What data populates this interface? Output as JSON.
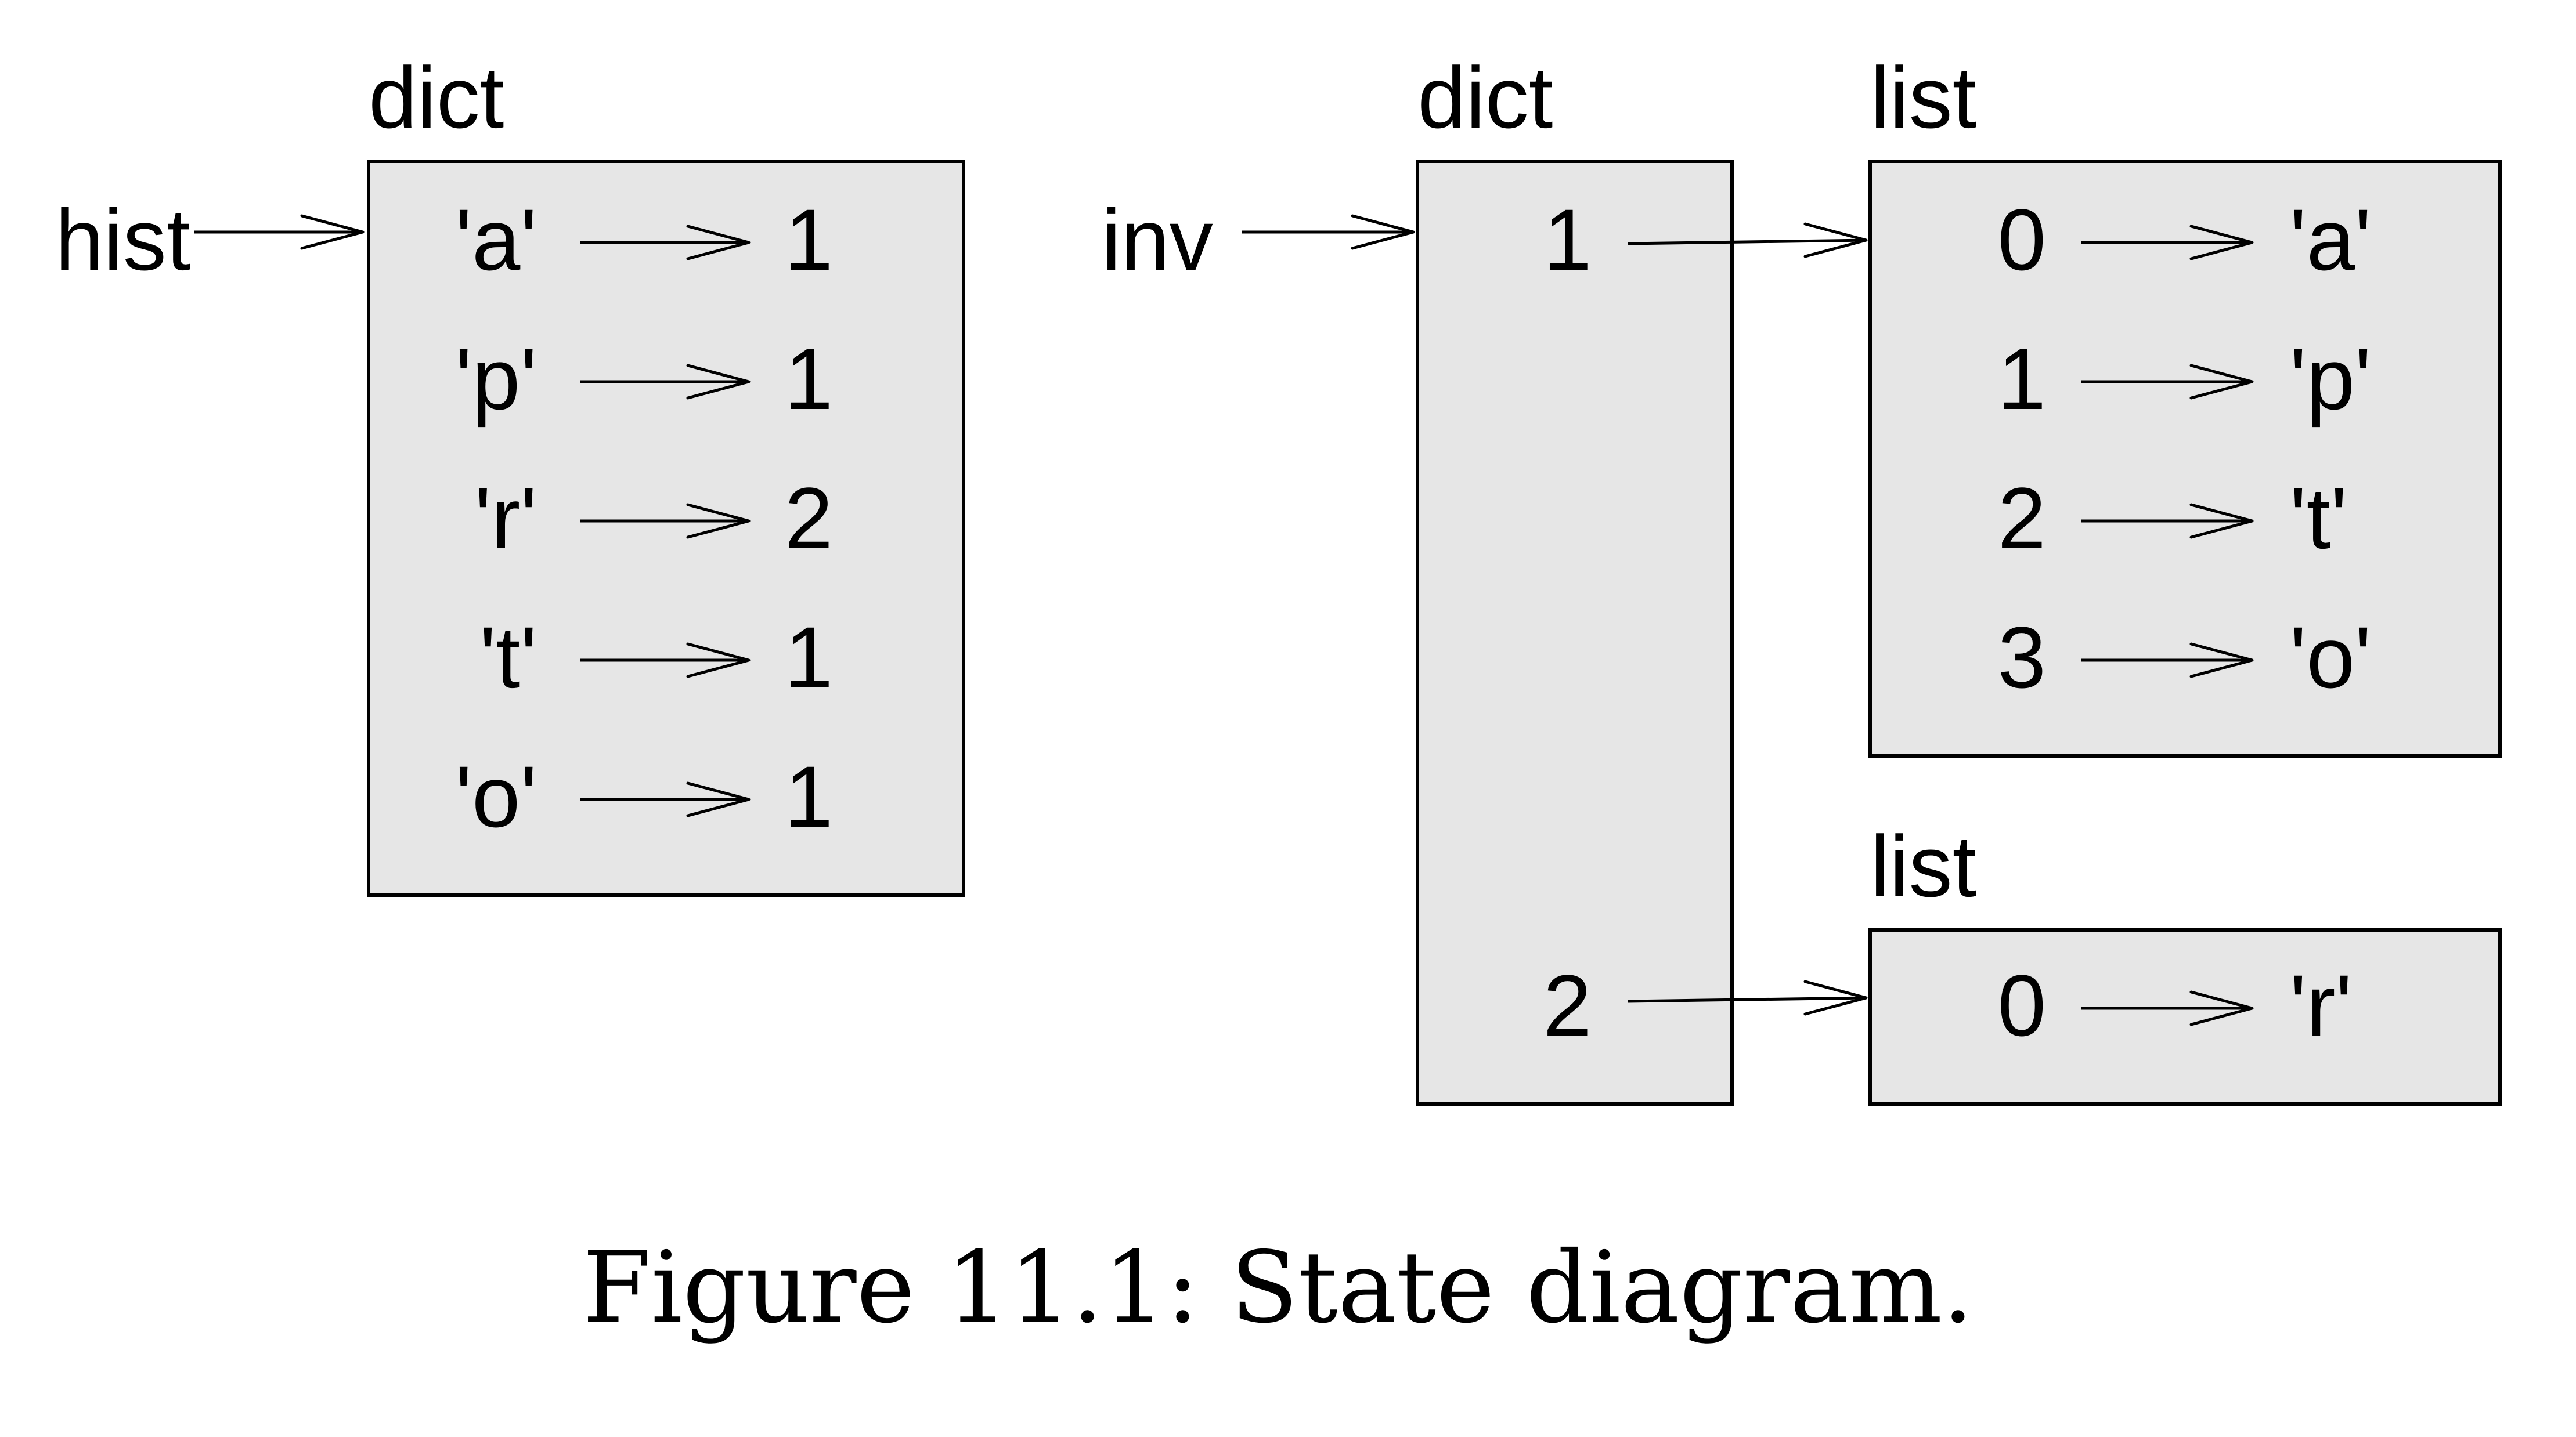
{
  "hist_diagram": {
    "variable": "hist",
    "type_label": "dict",
    "entries": [
      {
        "key": "'a'",
        "value": "1"
      },
      {
        "key": "'p'",
        "value": "1"
      },
      {
        "key": "'r'",
        "value": "2"
      },
      {
        "key": "'t'",
        "value": "1"
      },
      {
        "key": "'o'",
        "value": "1"
      }
    ]
  },
  "inv_diagram": {
    "variable": "inv",
    "type_label": "dict",
    "keys": [
      "1",
      "2"
    ],
    "lists": [
      {
        "type_label": "list",
        "items": [
          {
            "index": "0",
            "value": "'a'"
          },
          {
            "index": "1",
            "value": "'p'"
          },
          {
            "index": "2",
            "value": "'t'"
          },
          {
            "index": "3",
            "value": "'o'"
          }
        ]
      },
      {
        "type_label": "list",
        "items": [
          {
            "index": "0",
            "value": "'r'"
          }
        ]
      }
    ]
  },
  "caption": "Figure 11.1: State diagram."
}
